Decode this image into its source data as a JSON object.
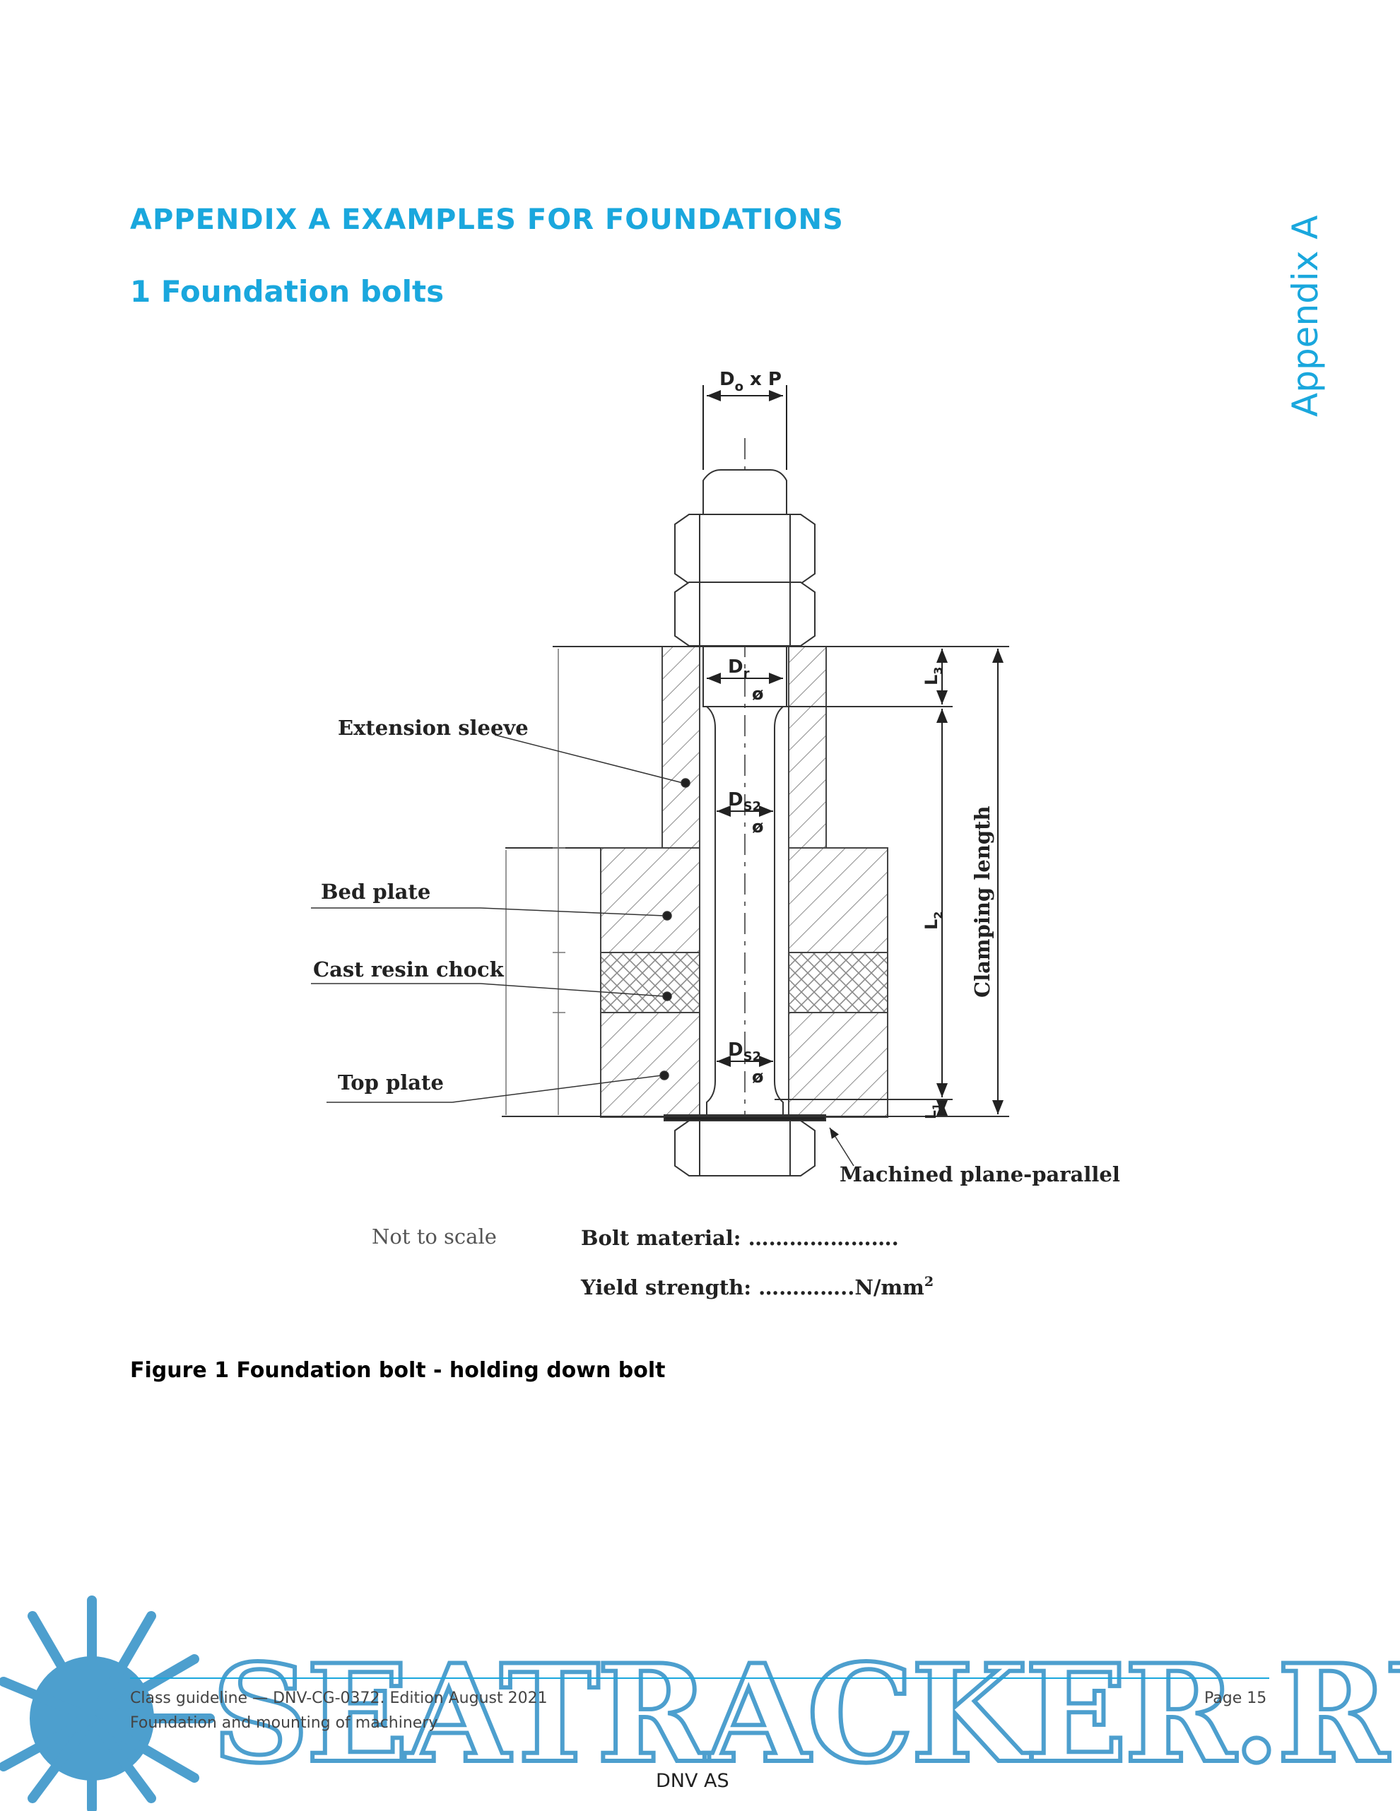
{
  "header": {
    "appendix_title": "APPENDIX A EXAMPLES FOR FOUNDATIONS",
    "section_title": "1 Foundation bolts",
    "side_tab": "Appendix A"
  },
  "figure": {
    "dim_top": "D",
    "dim_top_sub": "o",
    "dim_top_tail": " x P",
    "dr": "D",
    "dr_sub": "r",
    "ds2": "D",
    "ds2_sub": "S2",
    "dia": "ø",
    "l1": "L",
    "l1_sub": "1",
    "l2": "L",
    "l2_sub": "2",
    "l3": "L",
    "l3_sub": "3",
    "clamping": "Clamping length",
    "labels": {
      "extension_sleeve": "Extension sleeve",
      "bed_plate": "Bed plate",
      "cast_resin_chock": "Cast resin chock",
      "top_plate": "Top plate",
      "machined": "Machined plane-parallel"
    },
    "not_to_scale": "Not to scale",
    "bolt_material": "Bolt material:  ………………….",
    "yield_strength": "Yield strength: …………..N/mm",
    "yield_sup": "2"
  },
  "caption": "Figure 1 Foundation bolt - holding down bolt",
  "footer": {
    "line1": "Class guideline — DNV-CG-0372. Edition August 2021",
    "line2": "Foundation and mounting of machinery",
    "page": "Page 15",
    "company": "DNV AS"
  },
  "watermark": {
    "text": "SEATRACKER.RU",
    "color": "#2f8fc6"
  },
  "colors": {
    "accent": "#1aa7dd",
    "watermark": "#2f8fc6"
  }
}
